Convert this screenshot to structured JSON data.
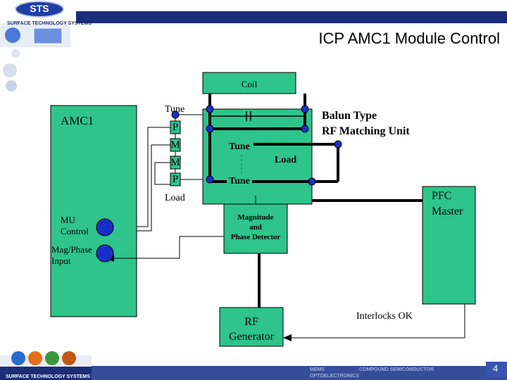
{
  "header": {
    "logo_text": "STS",
    "company_name": "SURFACE TECHNOLOGY SYSTEMS",
    "title": "ICP AMC1 Module Control"
  },
  "diagram": {
    "coil_label": "Coil",
    "amc1_label": "AMC1",
    "tune_top_label": "Tune",
    "pmmp_letters": [
      "P",
      "M",
      "M",
      "P"
    ],
    "load_left_label": "Load",
    "mu_control_label": [
      "MU",
      "Control"
    ],
    "mag_phase_label": [
      "Mag/Phase",
      "Input"
    ],
    "balun_label": [
      "Balun Type",
      "RF Matching Unit"
    ],
    "tune_inner_top": "Tune",
    "load_inner": "Load",
    "tune_inner_bottom": "Tune",
    "detector_label": [
      "Magnitude",
      "and",
      "Phase Detector"
    ],
    "pfc_label": [
      "PFC",
      "Master"
    ],
    "rf_gen_label": [
      "RF",
      "Generator"
    ],
    "interlocks_label": "Interlocks OK"
  },
  "footer": {
    "company_name": "SURFACE TECHNOLOGY SYSTEMS",
    "tagline_1": "MEMS",
    "tagline_2": "COMPOUND SEMICONDUCTOR",
    "tagline_3": "OPTOELECTRONICS",
    "page_number": "4"
  },
  "colors": {
    "box_fill": "#2ec48c",
    "navy": "#1b2d78",
    "node_blue": "#1a2fc8"
  }
}
